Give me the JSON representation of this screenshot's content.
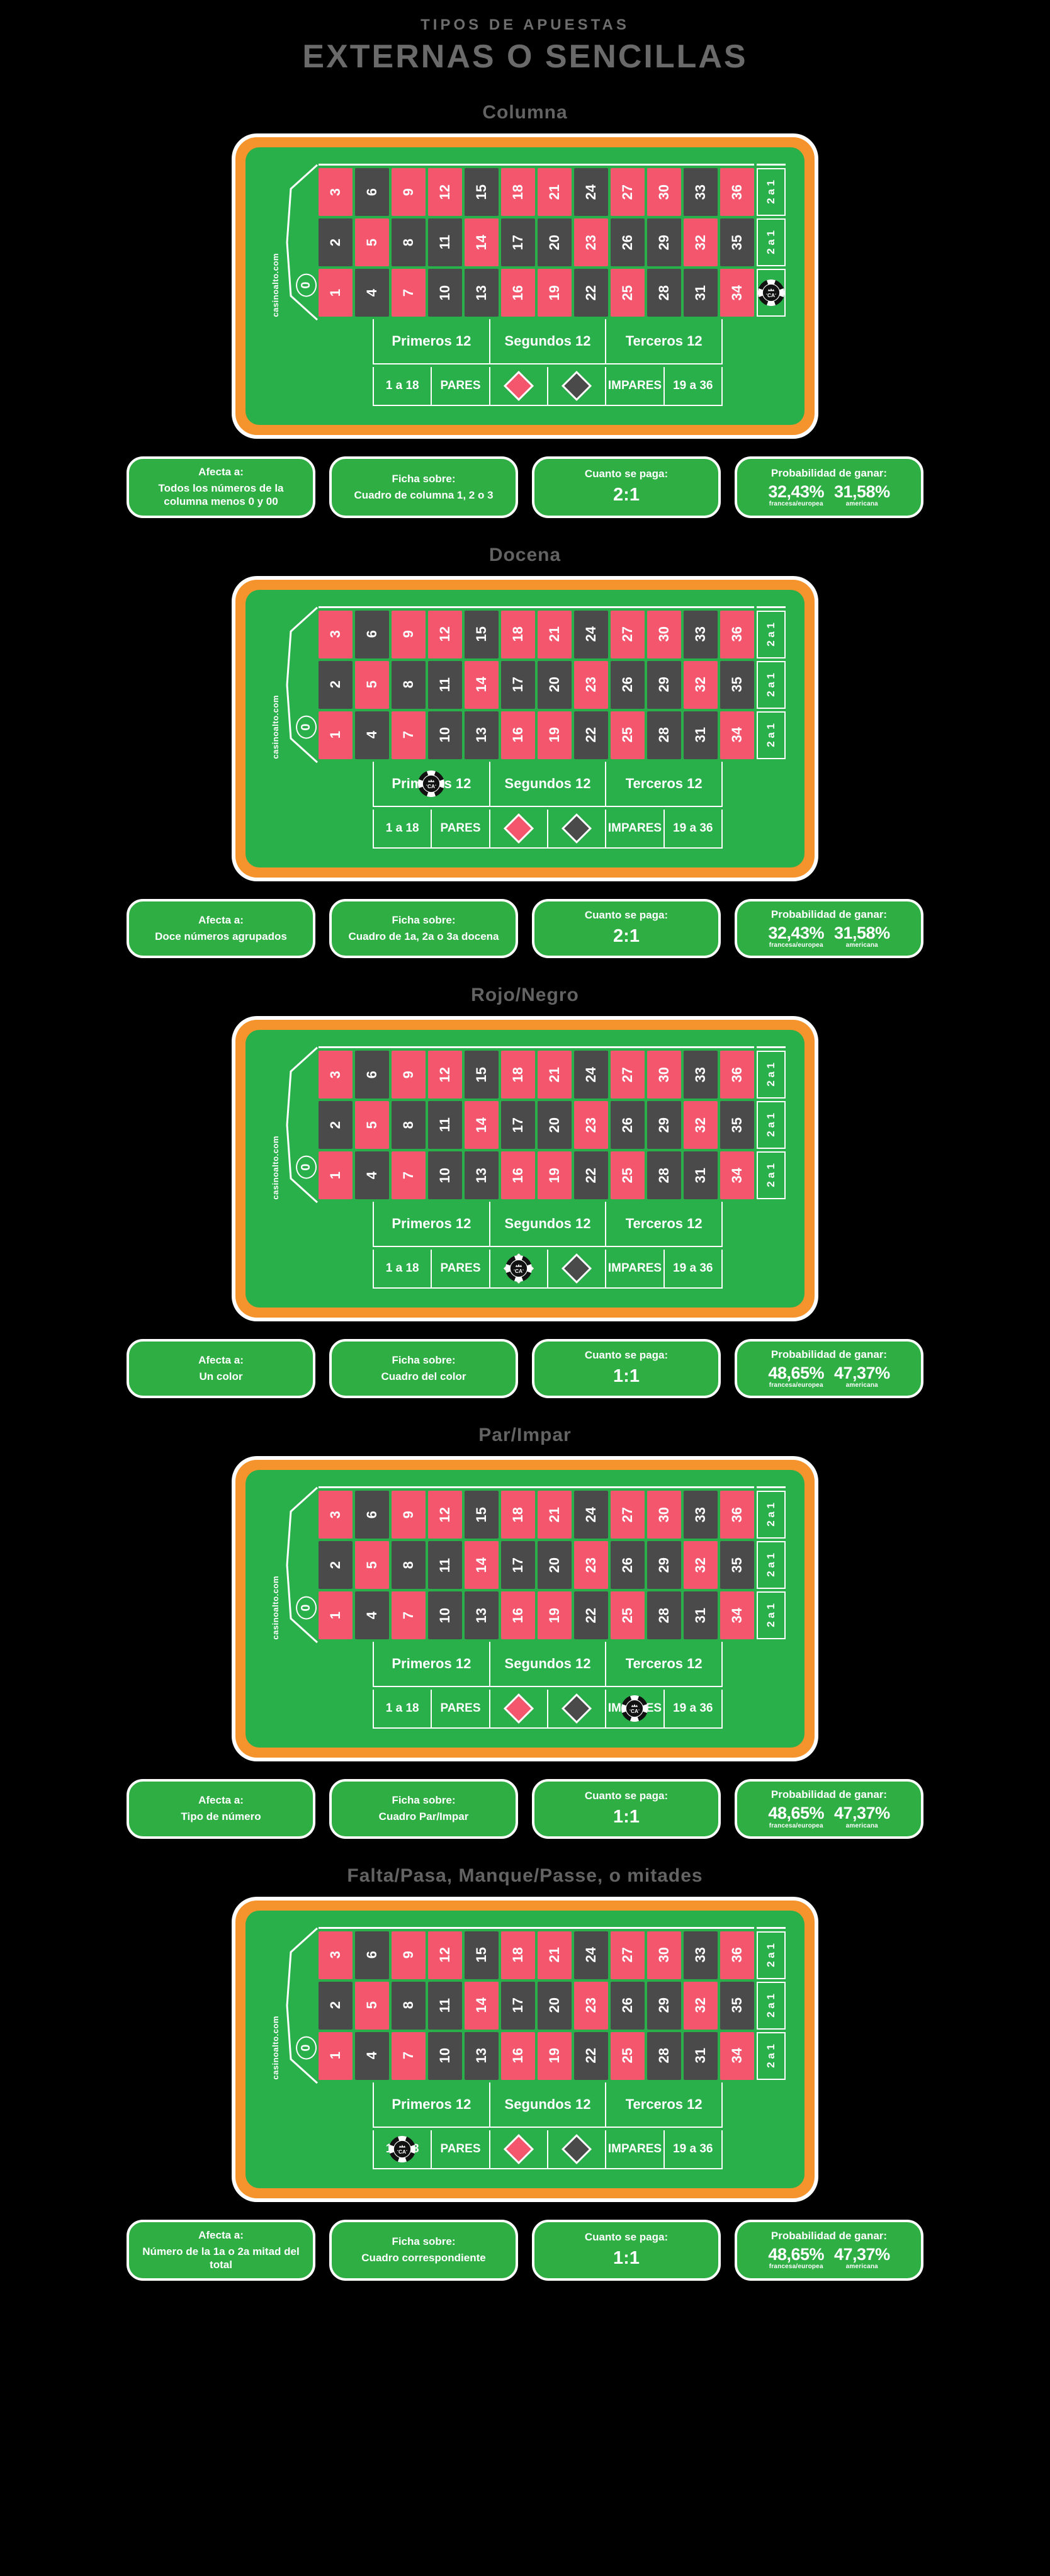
{
  "title": {
    "kicker": "TIPOS DE APUESTAS",
    "main": "EXTERNAS O SENCILLAS"
  },
  "brand": "casinoalto.com",
  "colors": {
    "felt": "#2ab04b",
    "frame": "#f5942c",
    "red": "#f4566d",
    "black": "#4a4a4a",
    "card": "#2fae44",
    "heading": "#636363"
  },
  "table": {
    "zero_label": "0",
    "column_bet_label": "2 a 1",
    "rows": [
      [
        {
          "n": "3",
          "c": "red"
        },
        {
          "n": "6",
          "c": "black"
        },
        {
          "n": "9",
          "c": "red"
        },
        {
          "n": "12",
          "c": "red"
        },
        {
          "n": "15",
          "c": "black"
        },
        {
          "n": "18",
          "c": "red"
        },
        {
          "n": "21",
          "c": "red"
        },
        {
          "n": "24",
          "c": "black"
        },
        {
          "n": "27",
          "c": "red"
        },
        {
          "n": "30",
          "c": "red"
        },
        {
          "n": "33",
          "c": "black"
        },
        {
          "n": "36",
          "c": "red"
        }
      ],
      [
        {
          "n": "2",
          "c": "black"
        },
        {
          "n": "5",
          "c": "red"
        },
        {
          "n": "8",
          "c": "black"
        },
        {
          "n": "11",
          "c": "black"
        },
        {
          "n": "14",
          "c": "red"
        },
        {
          "n": "17",
          "c": "black"
        },
        {
          "n": "20",
          "c": "black"
        },
        {
          "n": "23",
          "c": "red"
        },
        {
          "n": "26",
          "c": "black"
        },
        {
          "n": "29",
          "c": "black"
        },
        {
          "n": "32",
          "c": "red"
        },
        {
          "n": "35",
          "c": "black"
        }
      ],
      [
        {
          "n": "1",
          "c": "red"
        },
        {
          "n": "4",
          "c": "black"
        },
        {
          "n": "7",
          "c": "red"
        },
        {
          "n": "10",
          "c": "black"
        },
        {
          "n": "13",
          "c": "black"
        },
        {
          "n": "16",
          "c": "red"
        },
        {
          "n": "19",
          "c": "red"
        },
        {
          "n": "22",
          "c": "black"
        },
        {
          "n": "25",
          "c": "red"
        },
        {
          "n": "28",
          "c": "black"
        },
        {
          "n": "31",
          "c": "black"
        },
        {
          "n": "34",
          "c": "red"
        }
      ]
    ],
    "dozens": [
      "Primeros 12",
      "Segundos 12",
      "Terceros 12"
    ],
    "outside": [
      {
        "type": "text",
        "label": "1 a 18"
      },
      {
        "type": "text",
        "label": "PARES"
      },
      {
        "type": "diamond",
        "color": "red",
        "label": ""
      },
      {
        "type": "diamond",
        "color": "black",
        "label": ""
      },
      {
        "type": "text",
        "label": "IMPARES"
      },
      {
        "type": "text",
        "label": "19 a 36"
      }
    ]
  },
  "card_labels": {
    "affects": "Afecta a:",
    "chip_on": "Ficha sobre:",
    "payout": "Cuanto se paga:",
    "probability": "Probabilidad de ganar:",
    "sub_eu": "francesa/europea",
    "sub_us": "americana"
  },
  "sections": [
    {
      "heading": "Columna",
      "chip": {
        "area": "column",
        "index": 2
      },
      "affects": "Todos los números de la columna menos 0 y 00",
      "chip_on": "Cuadro de columna 1, 2 o 3",
      "payout": "2:1",
      "prob_eu": "32,43%",
      "prob_us": "31,58%"
    },
    {
      "heading": "Docena",
      "chip": {
        "area": "dozen",
        "index": 0
      },
      "affects": "Doce números agrupados",
      "chip_on": "Cuadro de 1a, 2a o 3a docena",
      "payout": "2:1",
      "prob_eu": "32,43%",
      "prob_us": "31,58%"
    },
    {
      "heading": "Rojo/Negro",
      "chip": {
        "area": "outside",
        "index": 2
      },
      "affects": "Un color",
      "chip_on": "Cuadro del color",
      "payout": "1:1",
      "prob_eu": "48,65%",
      "prob_us": "47,37%"
    },
    {
      "heading": "Par/Impar",
      "chip": {
        "area": "outside",
        "index": 4
      },
      "affects": "Tipo de número",
      "chip_on": "Cuadro Par/Impar",
      "payout": "1:1",
      "prob_eu": "48,65%",
      "prob_us": "47,37%"
    },
    {
      "heading": "Falta/Pasa, Manque/Passe, o mitades",
      "chip": {
        "area": "outside",
        "index": 0
      },
      "affects": "Número de la 1a o 2a mitad del total",
      "chip_on": "Cuadro correspondiente",
      "payout": "1:1",
      "prob_eu": "48,65%",
      "prob_us": "47,37%"
    }
  ]
}
